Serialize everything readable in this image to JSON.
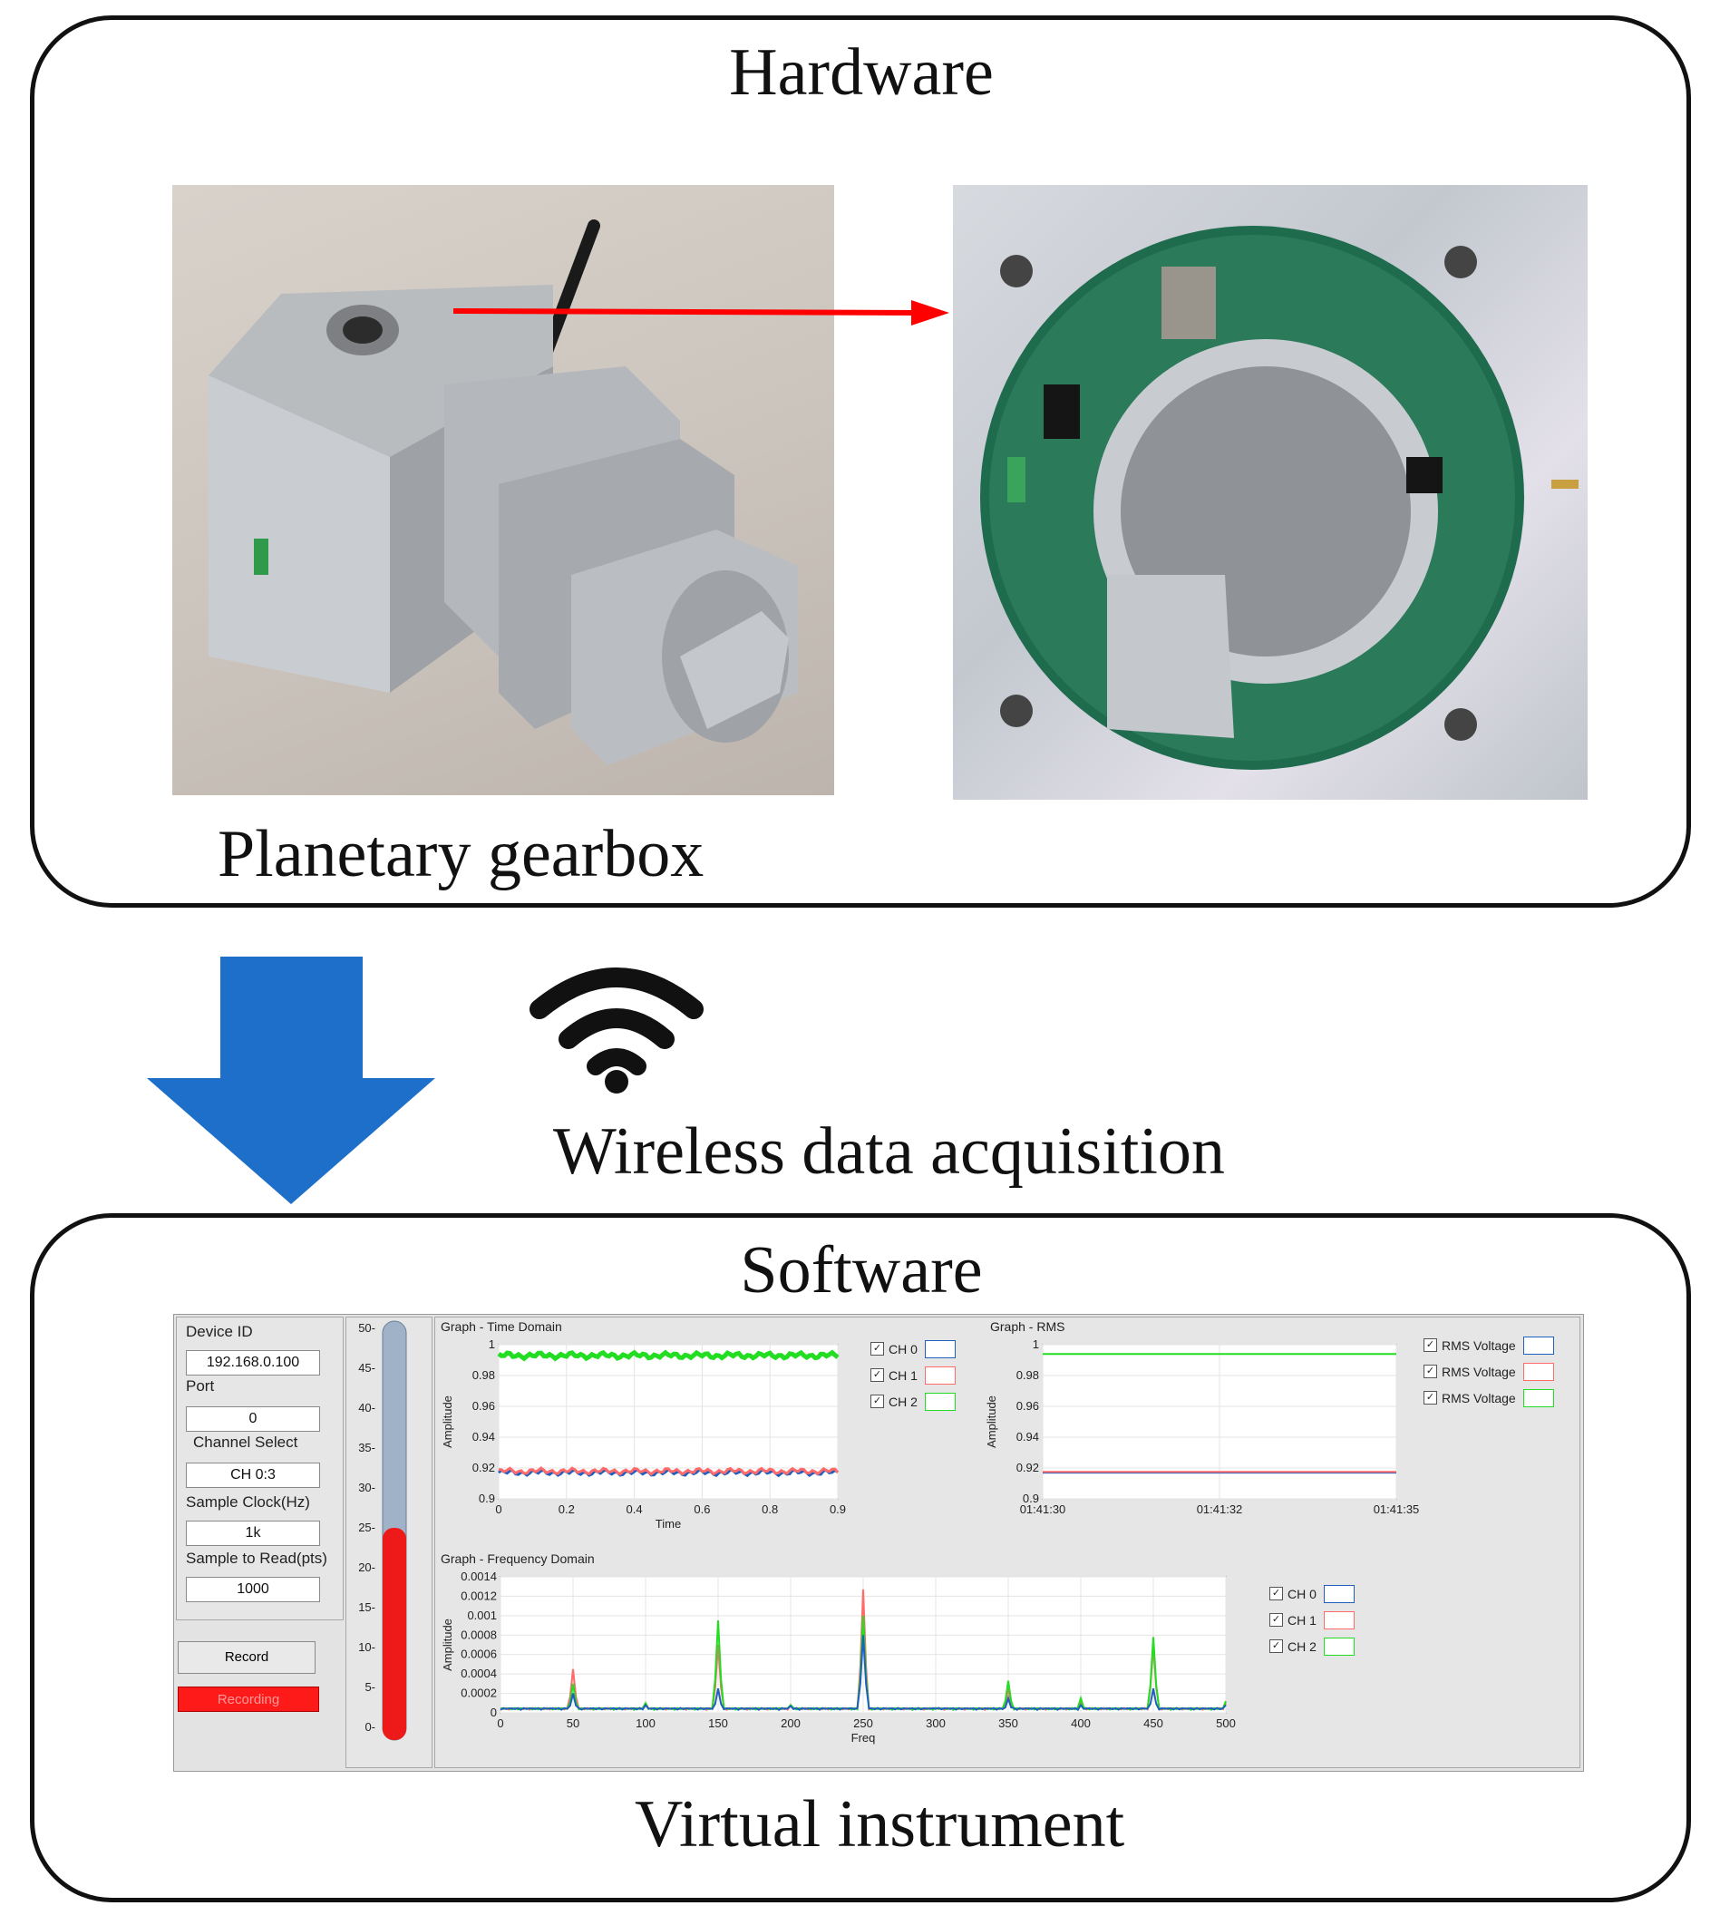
{
  "hardware": {
    "title": "Hardware",
    "caption": "Planetary gearbox"
  },
  "transfer": {
    "label": "Wireless data acquisition",
    "icon": "wifi-icon",
    "arrow_color": "#1e6fc9",
    "pointer_color": "#ff0000"
  },
  "software": {
    "title": "Software",
    "caption": "Virtual instrument"
  },
  "vi_panel": {
    "fields": [
      {
        "label": "Device ID",
        "value": "192.168.0.100"
      },
      {
        "label": "Port",
        "value": "0"
      },
      {
        "label": "Channel Select",
        "value": "CH 0:3"
      },
      {
        "label": "Sample Clock(Hz)",
        "value": "1k"
      },
      {
        "label": "Sample to Read(pts)",
        "value": "1000"
      }
    ],
    "record_button": "Record",
    "recording_indicator": "Recording",
    "thermometer": {
      "ticks": [
        "50-",
        "45-",
        "40-",
        "35-",
        "30-",
        "25-",
        "20-",
        "15-",
        "10-",
        "5-",
        "0-"
      ],
      "level_fraction": 0.5
    }
  },
  "chart_data": [
    {
      "type": "line",
      "title": "Graph - Time Domain",
      "xlabel": "Time",
      "ylabel": "Amplitude",
      "xlim": [
        0,
        0.92
      ],
      "ylim": [
        0.9,
        1
      ],
      "xticks": [
        "0",
        "0.2",
        "0.4",
        "0.6",
        "0.8",
        "0.9"
      ],
      "yticks": [
        "1",
        "0.98",
        "0.96",
        "0.94",
        "0.92",
        "0.9"
      ],
      "series": [
        {
          "name": "CH 0",
          "color": "#1f5fbf",
          "level": 0.917
        },
        {
          "name": "CH 1",
          "color": "#ff6a6a",
          "level": 0.918
        },
        {
          "name": "CH 2",
          "color": "#22dd22",
          "level": 0.993
        }
      ]
    },
    {
      "type": "line",
      "title": "Graph - RMS",
      "xlabel": "",
      "ylabel": "Amplitude",
      "ylim": [
        0.9,
        1
      ],
      "xticks": [
        "01:41:30",
        "01:41:32",
        "01:41:35"
      ],
      "yticks": [
        "1",
        "0.98",
        "0.96",
        "0.94",
        "0.92",
        "0.9"
      ],
      "series": [
        {
          "name": "RMS Voltage",
          "color": "#1f5fbf",
          "level": 0.917
        },
        {
          "name": "RMS Voltage",
          "color": "#ff6a6a",
          "level": 0.9175
        },
        {
          "name": "RMS Voltage",
          "color": "#22dd22",
          "level": 0.994
        }
      ]
    },
    {
      "type": "line",
      "title": "Graph - Frequency Domain",
      "xlabel": "Freq",
      "ylabel": "Amplitude",
      "xlim": [
        0,
        500
      ],
      "ylim": [
        0,
        0.0014
      ],
      "xticks": [
        "0",
        "50",
        "100",
        "150",
        "200",
        "250",
        "300",
        "350",
        "400",
        "450",
        "500"
      ],
      "yticks": [
        "0.0014",
        "0.0012",
        "0.001",
        "0.0008",
        "0.0006",
        "0.0004",
        "0.0002",
        "0"
      ],
      "peaks": [
        {
          "f": 50,
          "ch0": 0.0002,
          "ch1": 0.00045,
          "ch2": 0.0003
        },
        {
          "f": 100,
          "ch0": 8e-05,
          "ch1": 0.0001,
          "ch2": 0.0001
        },
        {
          "f": 150,
          "ch0": 0.00025,
          "ch1": 0.0007,
          "ch2": 0.00095
        },
        {
          "f": 200,
          "ch0": 7e-05,
          "ch1": 8e-05,
          "ch2": 8e-05
        },
        {
          "f": 250,
          "ch0": 0.0008,
          "ch1": 0.00127,
          "ch2": 0.001
        },
        {
          "f": 300,
          "ch0": 4e-05,
          "ch1": 5e-05,
          "ch2": 5e-05
        },
        {
          "f": 350,
          "ch0": 0.00015,
          "ch1": 0.00025,
          "ch2": 0.00033
        },
        {
          "f": 400,
          "ch0": 8e-05,
          "ch1": 0.00012,
          "ch2": 0.00015
        },
        {
          "f": 450,
          "ch0": 0.00025,
          "ch1": 0.0007,
          "ch2": 0.00078
        },
        {
          "f": 500,
          "ch0": 8e-05,
          "ch1": 0.0001,
          "ch2": 0.00012
        }
      ],
      "series": [
        {
          "name": "CH 0",
          "color": "#1f5fbf"
        },
        {
          "name": "CH 1",
          "color": "#ff6a6a"
        },
        {
          "name": "CH 2",
          "color": "#22dd22"
        }
      ]
    }
  ]
}
